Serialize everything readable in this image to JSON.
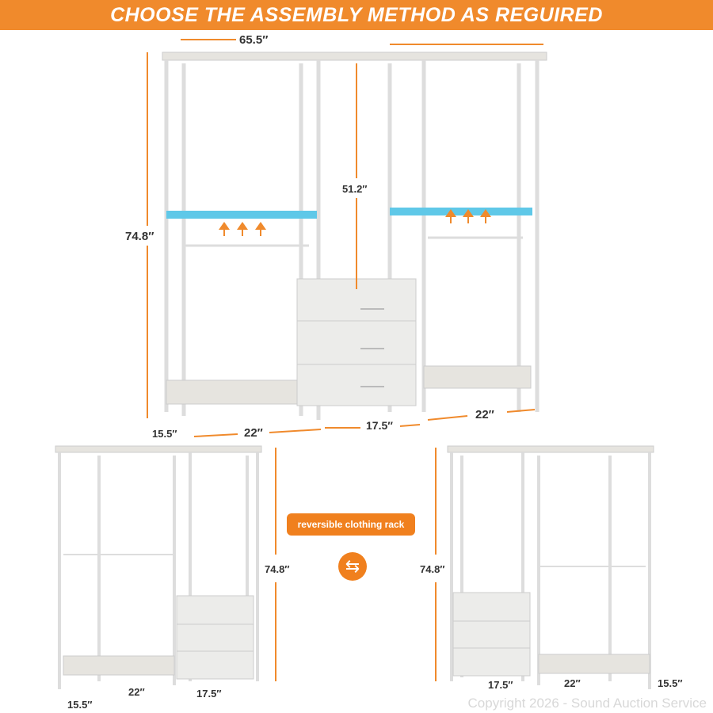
{
  "banner": {
    "title": "CHOOSE THE ASSEMBLY METHOD AS REGUIRED"
  },
  "top_rack": {
    "width": "65.5″",
    "height": "74.8″",
    "inner_height": "51.2″",
    "depth": "15.5″",
    "left_width": "22″",
    "middle_width": "17.5″",
    "right_width": "22″"
  },
  "left_rack": {
    "height": "74.8″",
    "depth": "15.5″",
    "side_width": "22″",
    "drawer_width": "17.5″"
  },
  "center": {
    "label": "reversible clothing rack",
    "icon": "swap-arrows-icon"
  },
  "right_rack": {
    "height": "74.8″",
    "drawer_width": "17.5″",
    "side_width": "22″",
    "depth": "15.5″"
  },
  "watermark": "Copyright 2026 - Sound Auction Service",
  "colors": {
    "accent": "#f08a2c",
    "highlight": "#5fc8e8"
  }
}
